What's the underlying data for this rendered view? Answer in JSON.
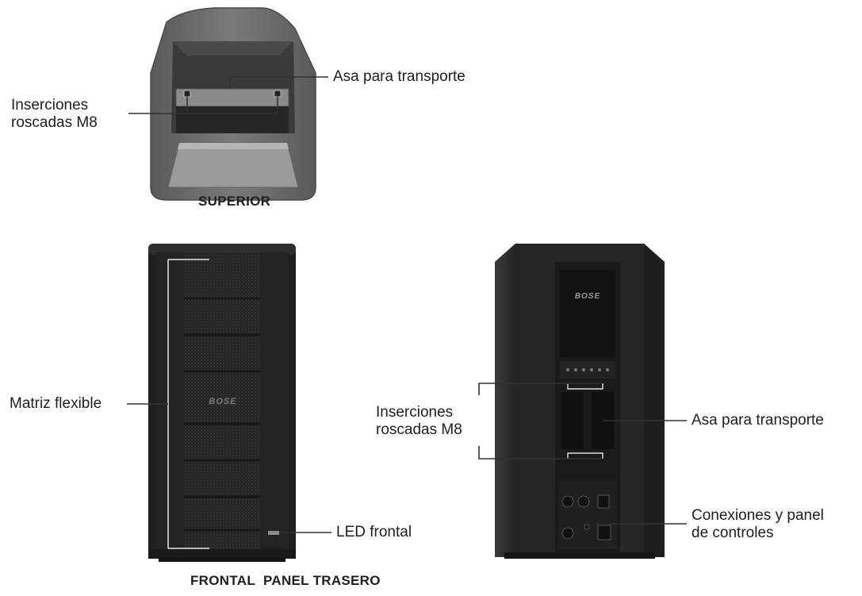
{
  "views": {
    "top": {
      "caption": "SUPERIOR",
      "labels": {
        "carry_handle": "Asa para transporte",
        "threaded_inserts": [
          "Inserciones",
          "roscadas M8"
        ]
      }
    },
    "front": {
      "caption": "FRONTAL",
      "logo": "BOSE",
      "labels": {
        "flex_array": "Matriz flexible",
        "front_led": "LED frontal"
      }
    },
    "rear": {
      "caption": "PANEL TRASERO",
      "logo": "BOSE",
      "labels": {
        "threaded_inserts": [
          "Inserciones",
          "roscadas M8"
        ],
        "carry_handle": "Asa para transporte",
        "connections_panel": [
          "Conexiones y panel",
          "de controles"
        ]
      }
    }
  },
  "colors": {
    "speaker_body": "#2b2b2b",
    "speaker_dark": "#1c1c1c",
    "top_shell": "#6e6e6e",
    "leader_line": "#333333"
  }
}
